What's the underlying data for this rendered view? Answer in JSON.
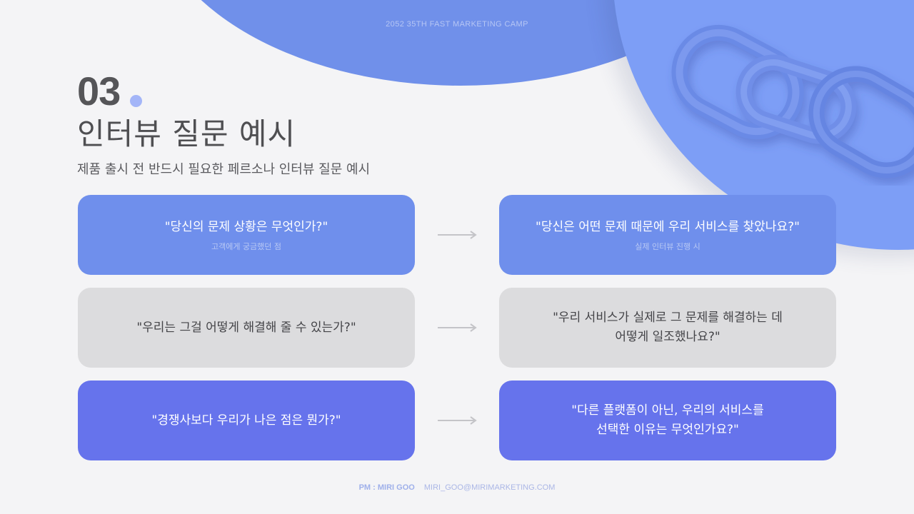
{
  "header": {
    "event_label": "2052 35TH FAST MARKETING CAMP"
  },
  "section": {
    "number": "03",
    "title": "인터뷰 질문 예시",
    "subtitle": "제품 출시 전 반드시 필요한 페르소나 인터뷰 질문 예시"
  },
  "decoration": {
    "image": "chain-link-3d-icon"
  },
  "rows": [
    {
      "left": {
        "question": "\"당신의 문제 상황은 무엇인가?\"",
        "note": "고객에게 궁금했던 점"
      },
      "arrow": "right-arrow-icon",
      "right": {
        "question": "\"당신은 어떤 문제 때문에 우리 서비스를 찾았나요?\"",
        "note": "실제 인터뷰 진행 시"
      }
    },
    {
      "left": {
        "question": "\"우리는 그걸 어떻게 해결해 줄 수 있는가?\""
      },
      "arrow": "right-arrow-icon",
      "right": {
        "question_line1": "\"우리 서비스가 실제로 그 문제를 해결하는 데",
        "question_line2": "어떻게 일조했나요?\""
      }
    },
    {
      "left": {
        "question": "\"경쟁사보다 우리가 나은 점은 뭔가?\""
      },
      "arrow": "right-arrow-icon",
      "right": {
        "question_line1": "\"다른 플랫폼이 아닌, 우리의 서비스를",
        "question_line2": "선택한 이유는 무엇인가요?\""
      }
    }
  ],
  "colors": {
    "blue_card": "#6f8fec",
    "gray_card": "#dcdcde",
    "indigo_card": "#6673ec",
    "accent_dot": "#a3b5f8",
    "background": "#f4f4f6"
  },
  "footer": {
    "pm": "PM : MIRI GOO",
    "email": "MIRI_GOO@MIRIMARKETING.COM"
  }
}
